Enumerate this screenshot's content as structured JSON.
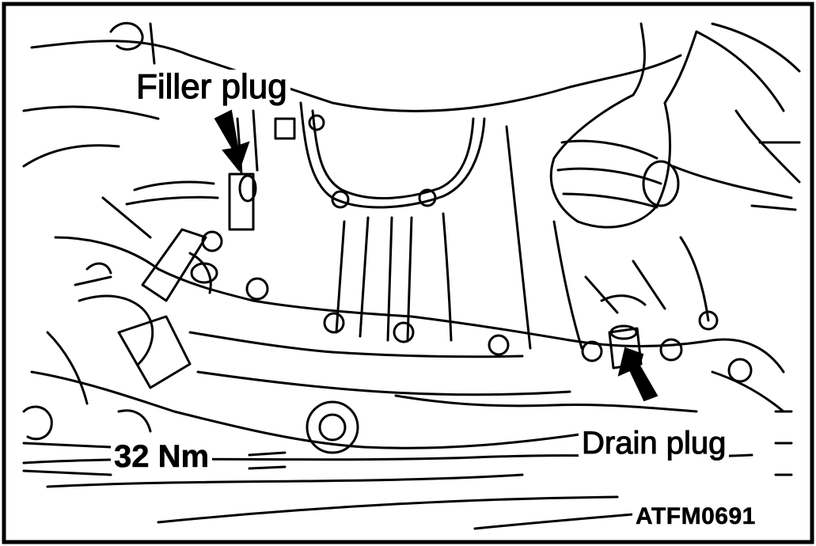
{
  "labels": {
    "filler": "Filler plug",
    "torque": "32 Nm",
    "drain": "Drain plug",
    "code": "ATFM0691"
  },
  "callouts": [
    {
      "label": "Filler plug",
      "arrow_direction": "down-right"
    },
    {
      "label": "Drain plug",
      "arrow_direction": "up-left"
    }
  ],
  "colors": {
    "ink": "#000000",
    "paper": "#ffffff"
  }
}
